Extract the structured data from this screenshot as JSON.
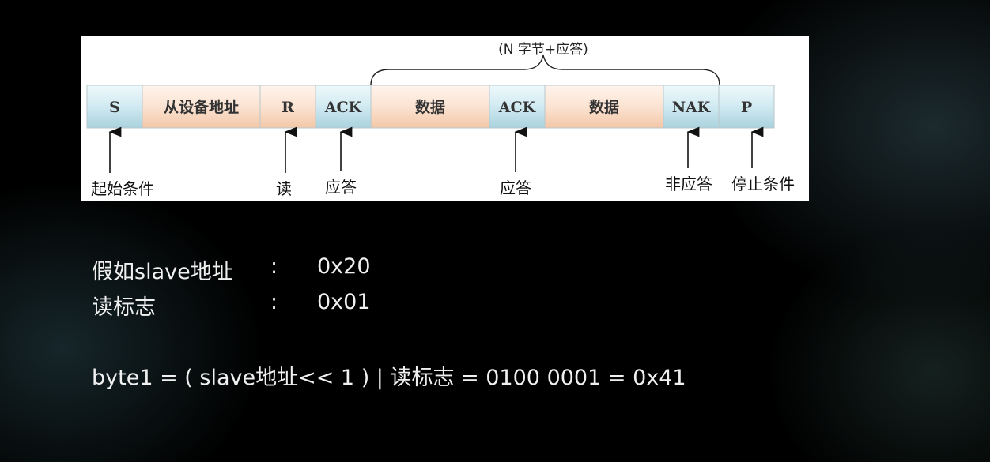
{
  "diagram": {
    "brace_label": "(N 字节+应答)",
    "cells": [
      {
        "text": "S",
        "kind": "blue"
      },
      {
        "text": "从设备地址",
        "kind": "orange"
      },
      {
        "text": "R",
        "kind": "orange"
      },
      {
        "text": "ACK",
        "kind": "blue"
      },
      {
        "text": "数据",
        "kind": "orange"
      },
      {
        "text": "ACK",
        "kind": "blue"
      },
      {
        "text": "数据",
        "kind": "orange"
      },
      {
        "text": "NAK",
        "kind": "blue"
      },
      {
        "text": "P",
        "kind": "blue"
      }
    ],
    "annotations": [
      {
        "text": "起始条件",
        "points_to": "S"
      },
      {
        "text": "读",
        "points_to": "R"
      },
      {
        "text": "应答",
        "points_to": "ACK"
      },
      {
        "text": "应答",
        "points_to": "ACK"
      },
      {
        "text": "非应答",
        "points_to": "NAK"
      },
      {
        "text": "停止条件",
        "points_to": "P"
      }
    ],
    "colors": {
      "blue_cell": "#d6edf3",
      "orange_cell": "#fbe3d2",
      "border": "#b9c7cc"
    }
  },
  "notes": {
    "line1": {
      "label": "假如slave地址",
      "sep": ":",
      "value": "0x20"
    },
    "line2": {
      "label": "读标志",
      "sep": ":",
      "value": "0x01"
    },
    "formula": "byte1 = ( slave地址<< 1 ) | 读标志 = 0100 0001 = 0x41"
  }
}
